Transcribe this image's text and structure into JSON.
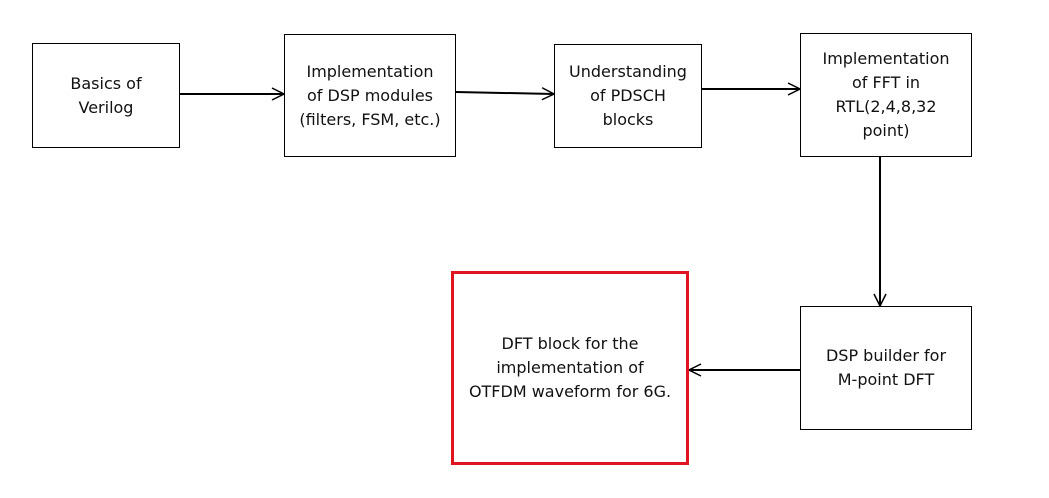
{
  "nodes": {
    "basics": "Basics of\nVerilog",
    "dsp_modules": "Implementation\nof DSP modules\n(filters, FSM, etc.)",
    "pdsch": "Understanding\nof PDSCH\nblocks",
    "fft": "Implementation\nof FFT in\nRTL(2,4,8,32\npoint)",
    "dsp_builder": "DSP builder for\nM-point DFT",
    "dft_block": "DFT block for the\nimplementation of\nOTFDM waveform for 6G."
  },
  "colors": {
    "border": "#000000",
    "highlight": "#e0141e"
  }
}
